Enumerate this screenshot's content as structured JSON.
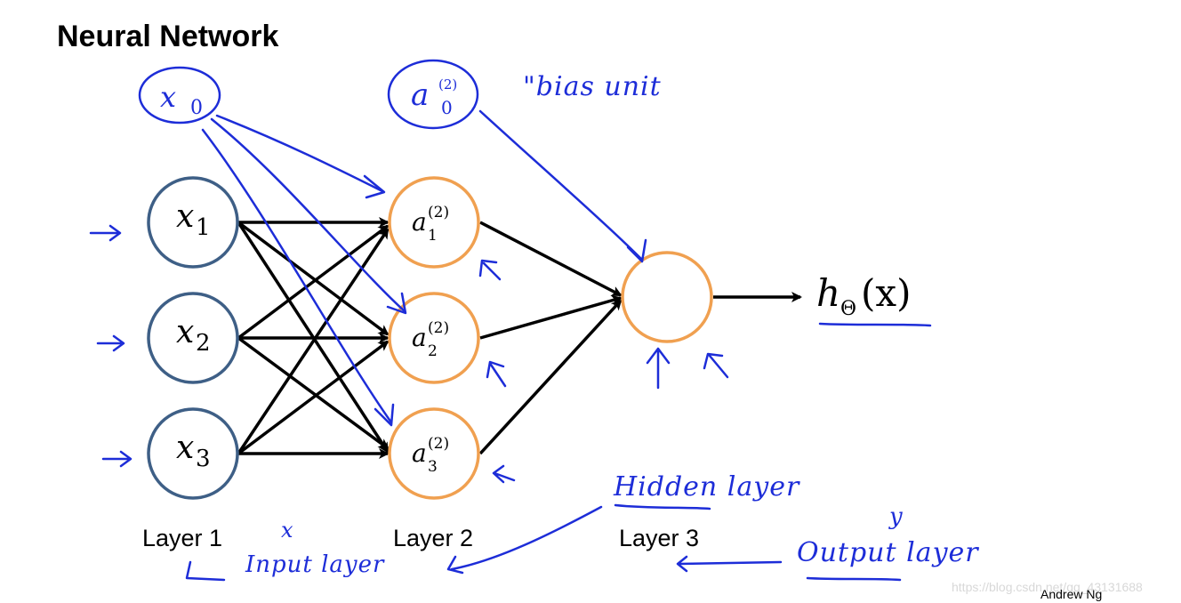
{
  "title": "Neural Network",
  "layers": {
    "layer1": "Layer 1",
    "layer2": "Layer 2",
    "layer3": "Layer 3"
  },
  "nodes": {
    "input": [
      {
        "base": "x",
        "sub": "1"
      },
      {
        "base": "x",
        "sub": "2"
      },
      {
        "base": "x",
        "sub": "3"
      }
    ],
    "hidden": [
      {
        "base": "a",
        "sub": "1",
        "sup": "(2)"
      },
      {
        "base": "a",
        "sub": "2",
        "sup": "(2)"
      },
      {
        "base": "a",
        "sub": "3",
        "sup": "(2)"
      }
    ],
    "output_label": {
      "base": "h",
      "sub": "Θ",
      "arg": "(x)"
    }
  },
  "annotations": {
    "x0": {
      "base": "x",
      "sub": "0"
    },
    "a0": {
      "base": "a",
      "sub": "0",
      "sup": "(2)"
    },
    "bias_unit": "\"bias unit",
    "hidden_layer": "Hidden layer",
    "input_layer": "Input layer",
    "output_layer": "Output layer",
    "x_mark": "x",
    "y_mark": "y"
  },
  "credit": "Andrew Ng",
  "watermark": "https://blog.csdn.net/qq_43131688",
  "colors": {
    "input_node": "#3e5f86",
    "hidden_node": "#f0a050",
    "ink": "#1d2dd8",
    "arrow": "#000000"
  }
}
